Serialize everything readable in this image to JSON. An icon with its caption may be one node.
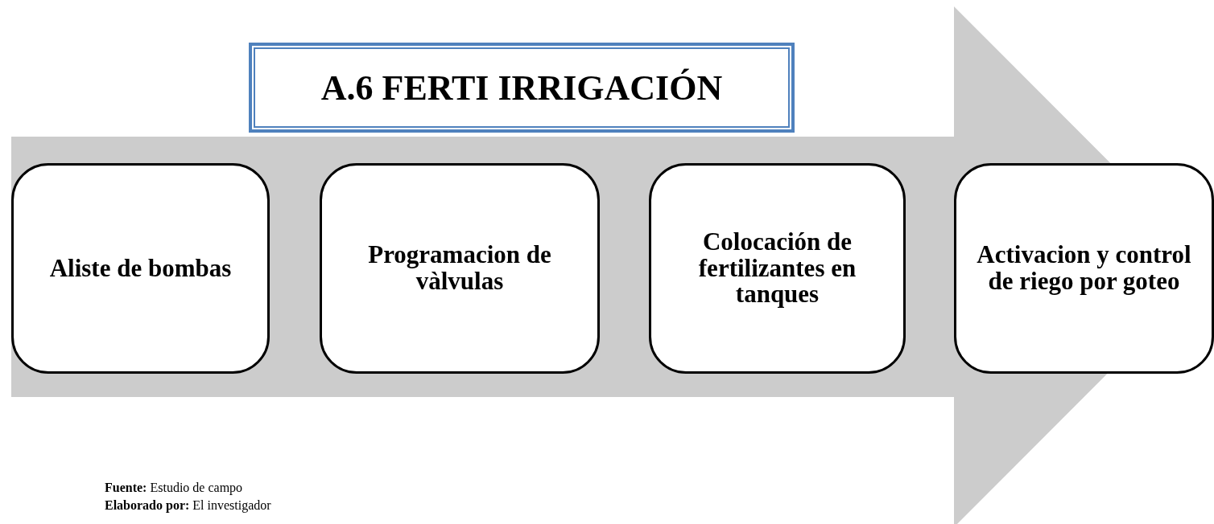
{
  "diagram": {
    "title": "A.6 FERTI IRRIGACIÓN",
    "nodes": [
      {
        "text": [
          "Aliste de bombas"
        ]
      },
      {
        "text": [
          "Programacion de vàlvulas"
        ]
      },
      {
        "text": [
          "Colocación de fertilizantes en tanques"
        ]
      },
      {
        "text": [
          "Activacion y control de riego por goteo"
        ]
      }
    ],
    "edges": [
      {
        "from": 0,
        "to": 3,
        "arrow": "to",
        "style": "thick",
        "color": "#cccccc"
      }
    ],
    "labels": [
      "**Fuente:** Estudio de campo",
      "**Elaborado por:** El investigador"
    ]
  }
}
